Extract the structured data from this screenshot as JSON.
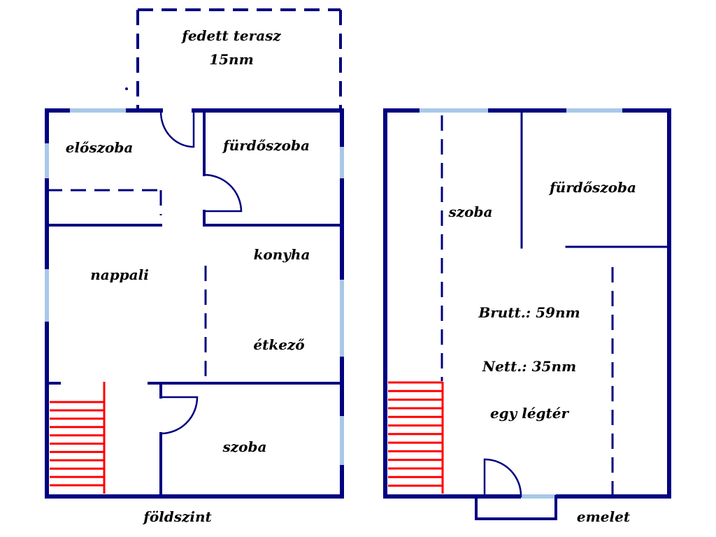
{
  "colors": {
    "wall": "#000080",
    "window": "#a9c8e8",
    "stairs": "#ff0000",
    "background": "#ffffff",
    "text": "#000000"
  },
  "ground_floor": {
    "caption": "földszint",
    "rooms": {
      "terrace": "fedett terasz",
      "terrace_area": "15nm",
      "hall": "előszoba",
      "bathroom": "fürdőszoba",
      "kitchen": "konyha",
      "living": "nappali",
      "dining": "étkező",
      "bedroom": "szoba"
    }
  },
  "upper_floor": {
    "caption": "emelet",
    "rooms": {
      "room": "szoba",
      "bathroom": "fürdőszoba",
      "gross": "Brutt.: 59nm",
      "net": "Nett.: 35nm",
      "open_space": "egy légtér"
    }
  }
}
